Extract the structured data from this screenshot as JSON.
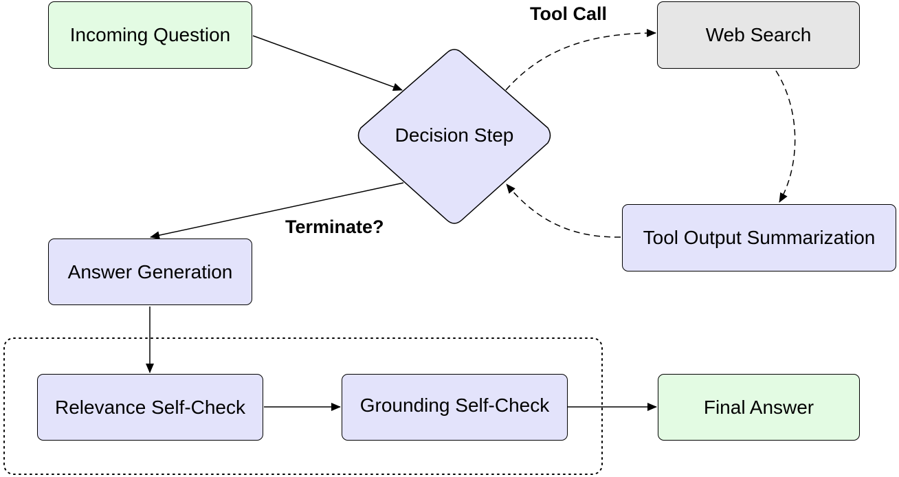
{
  "nodes": {
    "incoming_question": "Incoming Question",
    "decision_step": "Decision Step",
    "web_search": "Web Search",
    "tool_output_summarization": "Tool Output Summarization",
    "answer_generation": "Answer Generation",
    "relevance_self_check": "Relevance Self-Check",
    "grounding_self_check": "Grounding Self-Check",
    "final_answer": "Final Answer"
  },
  "edge_labels": {
    "tool_call": "Tool Call",
    "terminate": "Terminate?"
  },
  "colors": {
    "start_end": "#e3fbe3",
    "process": "#e3e3fb",
    "tool": "#e6e6e6",
    "stroke": "#000000"
  }
}
